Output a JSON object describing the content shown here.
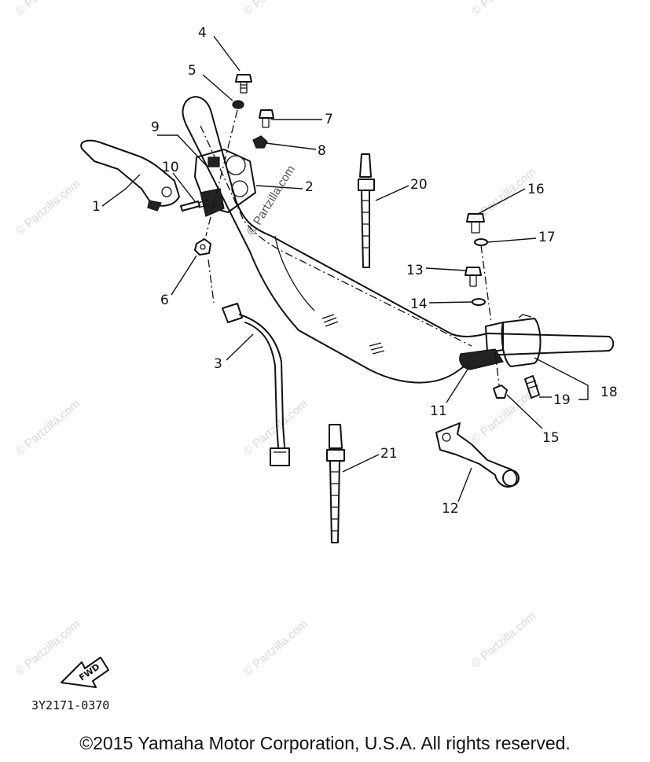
{
  "watermark_text": "© Partzilla.com",
  "diagram_code": "3Y2171-0370",
  "fwd_label": "FWD",
  "copyright": "©2015 Yamaha Motor Corporation, U.S.A. All rights reserved.",
  "callouts": {
    "c1": "1",
    "c2": "2",
    "c3": "3",
    "c4": "4",
    "c5": "5",
    "c6": "6",
    "c7": "7",
    "c8": "8",
    "c9": "9",
    "c10": "10",
    "c11": "11",
    "c12": "12",
    "c13": "13",
    "c14": "14",
    "c15": "15",
    "c16": "16",
    "c17": "17",
    "c18": "18",
    "c19": "19",
    "c20": "20",
    "c21": "21"
  }
}
